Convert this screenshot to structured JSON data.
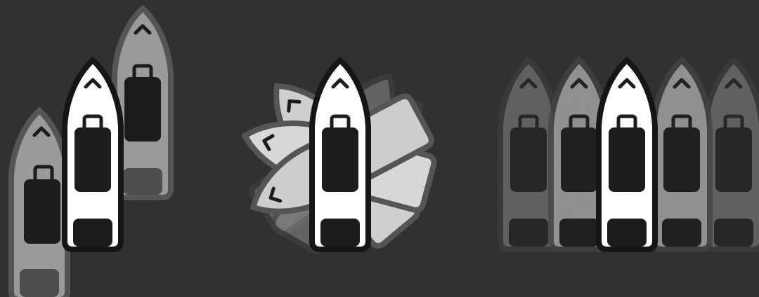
{
  "colors": {
    "background": "#2b2b2b",
    "boat_outline": "#151515",
    "boat_main": "#ffffff",
    "boat_ghost": "#9a9a9a",
    "boat_ghost_light": "#b9b9b9",
    "cabin": "#1d1c1d"
  },
  "panels": [
    {
      "name": "drift-panel",
      "description_icon": "boat-drift-icon"
    },
    {
      "name": "rotate-panel",
      "description_icon": "boat-rotate-icon"
    },
    {
      "name": "sideways-panel",
      "description_icon": "boat-sideways-icon"
    }
  ]
}
